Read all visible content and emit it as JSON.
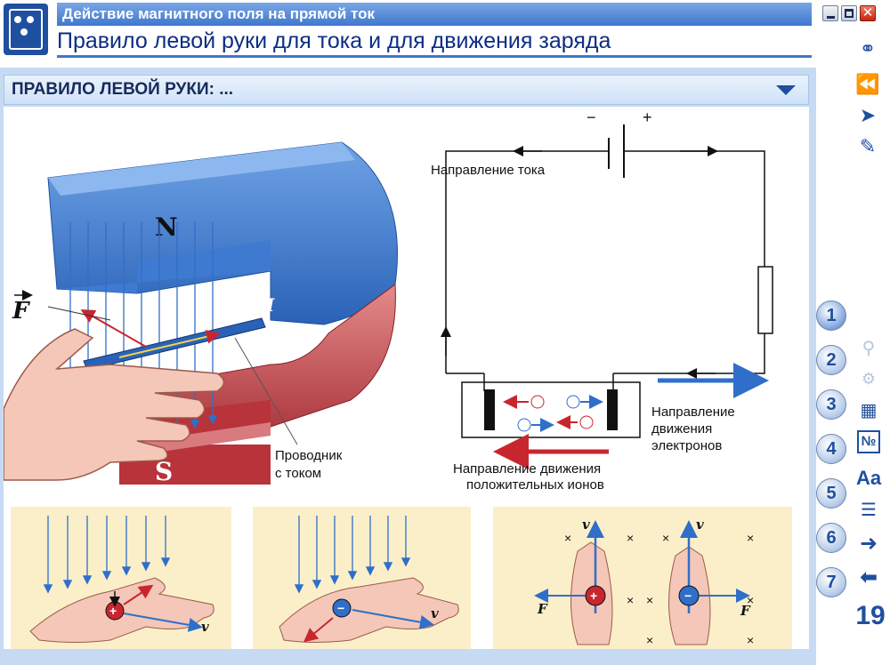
{
  "window": {
    "subtitle": "Действие магнитного поля на прямой ток",
    "title": "Правило левой руки для тока и для движения заряда",
    "close_glyph": "✕"
  },
  "section": {
    "title": "ПРАВИЛО ЛЕВОЙ РУКИ: ..."
  },
  "diagram": {
    "magnet_north": "N",
    "magnet_south": "S",
    "force_label": "F",
    "current_label": "I",
    "conductor_label_line1": "Проводник",
    "conductor_label_line2": "с током",
    "current_direction_label": "Направление тока",
    "battery_minus": "−",
    "battery_plus": "+",
    "electrons_label_line1": "Направление",
    "electrons_label_line2": "движения",
    "electrons_label_line3": "электронов",
    "ions_label_line1": "Направление движения",
    "ions_label_line2": "положительных ионов",
    "velocity_label": "v",
    "cross_mark": "×",
    "plus_charge": "+",
    "minus_charge": "−"
  },
  "side": {
    "pages": [
      "1",
      "2",
      "3",
      "4",
      "5",
      "6",
      "7"
    ],
    "font_tool": "Aa",
    "numero_tool": "№",
    "page_number": "19"
  },
  "colors": {
    "accent": "#1f4f9f",
    "title_text": "#0d2d83",
    "frame": "#c6dbf3",
    "magnet_blue": "#2f6fc9",
    "magnet_red": "#b8333a",
    "panel_beige": "#fbefc9"
  }
}
